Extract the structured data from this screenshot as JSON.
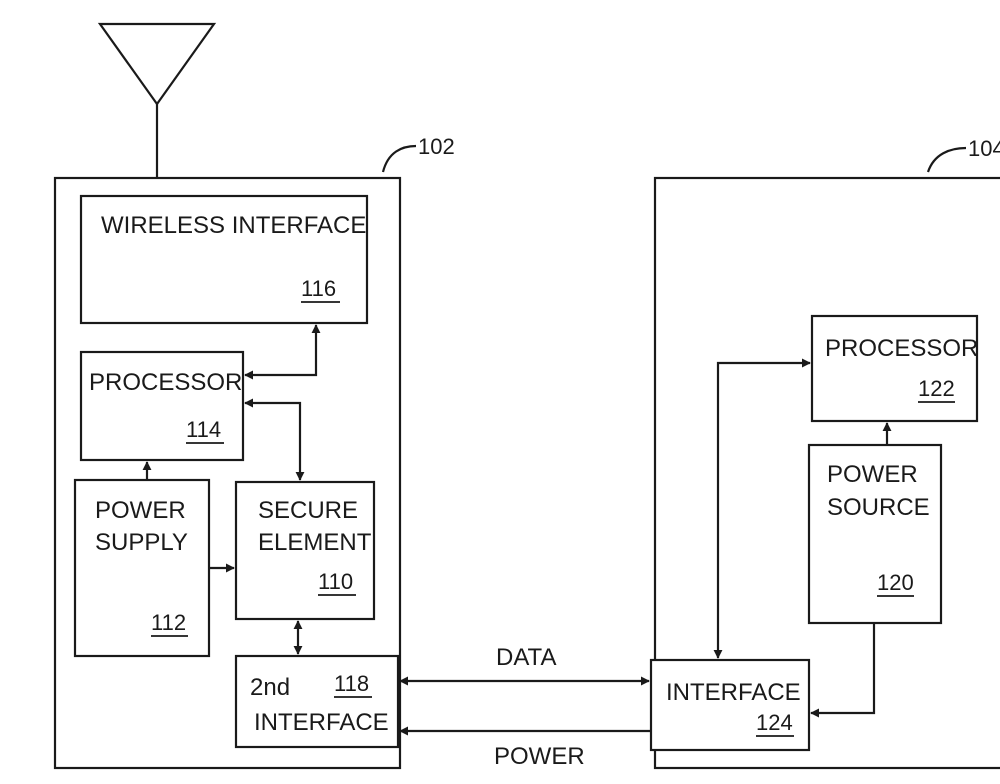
{
  "devices": {
    "left": {
      "ref": "102"
    },
    "right": {
      "ref": "104"
    }
  },
  "blocks": {
    "wireless_interface": {
      "lines": [
        "WIRELESS INTERFACE"
      ],
      "ref": "116"
    },
    "processor_114": {
      "lines": [
        "PROCESSOR"
      ],
      "ref": "114"
    },
    "power_supply": {
      "lines": [
        "POWER",
        "SUPPLY"
      ],
      "ref": "112"
    },
    "secure_element": {
      "lines": [
        "SECURE",
        "ELEMENT"
      ],
      "ref": "110"
    },
    "second_interface": {
      "prefix": "2nd",
      "lines": [
        "INTERFACE"
      ],
      "ref": "118"
    },
    "processor_122": {
      "lines": [
        "PROCESSOR"
      ],
      "ref": "122"
    },
    "power_source": {
      "lines": [
        "POWER",
        "SOURCE"
      ],
      "ref": "120"
    },
    "interface_124": {
      "lines": [
        "INTERFACE"
      ],
      "ref": "124"
    }
  },
  "links": {
    "data": "DATA",
    "power": "POWER"
  }
}
